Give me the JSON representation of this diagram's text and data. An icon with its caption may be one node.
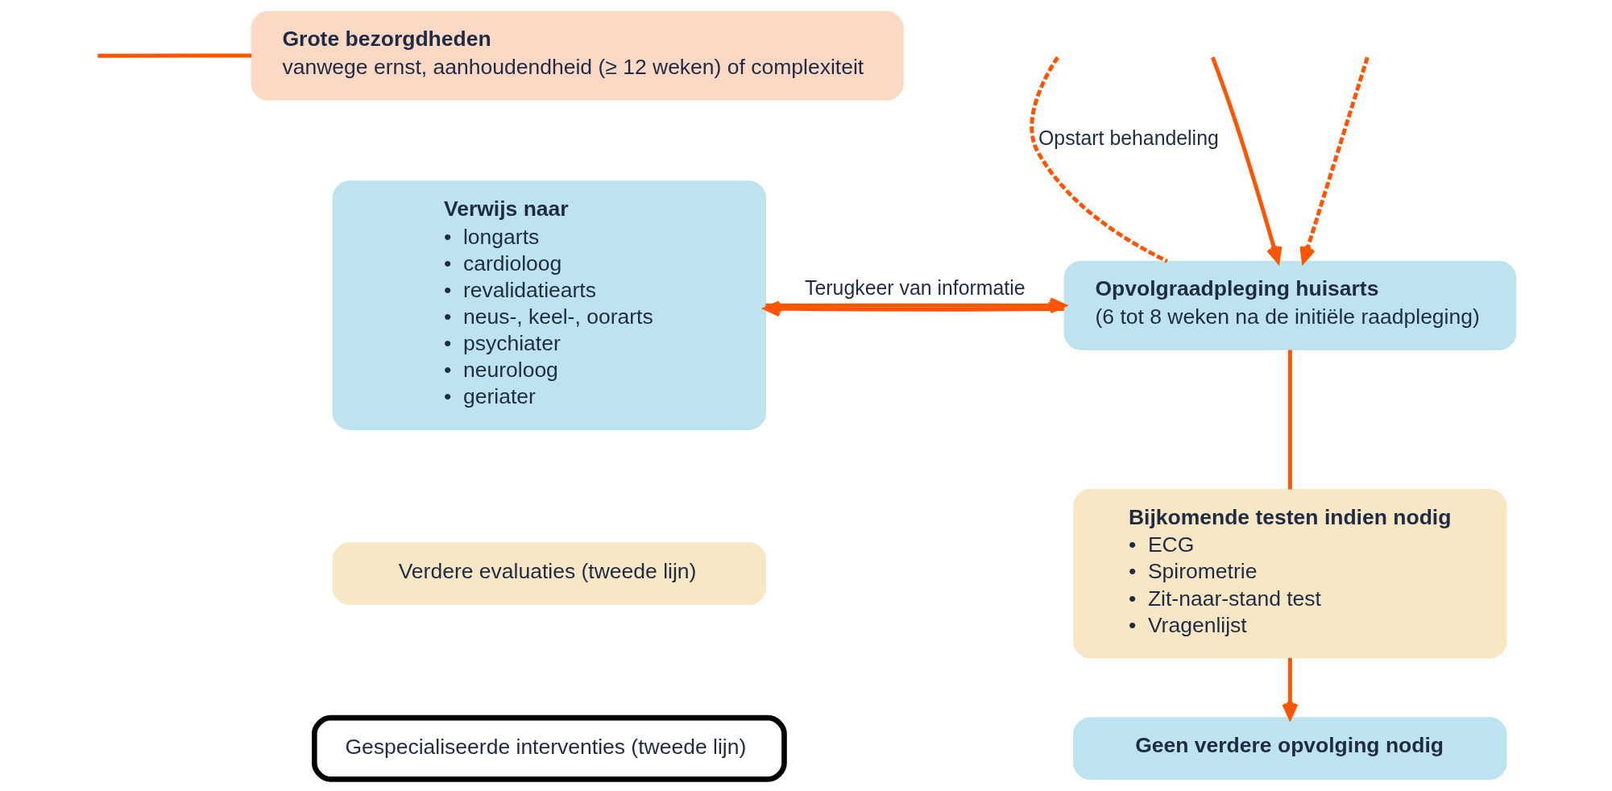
{
  "diagram": {
    "nodes": [
      {
        "text": [
          "Grote bezorgdheden",
          "vanwege ernst, aanhoudendheid (≥ 12 weken) of complexiteit"
        ]
      },
      {
        "text": [
          "Verwijs naar",
          "•  longarts",
          "•  cardioloog",
          "•  revalidatiearts",
          "•  neus-, keel-, oorarts",
          "•  psychiater",
          "•  neuroloog",
          "•  geriater"
        ]
      },
      {
        "text": [
          "Verdere evaluaties (tweede lijn)"
        ]
      },
      {
        "text": [
          "Gespecialiseerde interventies (tweede lijn)"
        ]
      },
      {
        "text": [
          "Opvolgraadpleging huisarts",
          "(6 tot 8 weken na de initiële raadpleging)"
        ]
      },
      {
        "text": [
          "Bijkomende testen indien nodig",
          "•  ECG",
          "•  Spirometrie",
          "•  Zit-naar-stand test",
          "•  Vragenlijst"
        ]
      },
      {
        "text": [
          "Geen verdere opvolging nodig"
        ]
      }
    ],
    "edges": [
      {
        "from": null,
        "to": 0,
        "arrow": "none"
      },
      {
        "from": null,
        "to": 4,
        "arrow": "none",
        "style": "dashed",
        "label": "Opstart behandeling"
      },
      {
        "from": null,
        "to": 4,
        "arrow": "to"
      },
      {
        "from": null,
        "to": 4,
        "arrow": "to",
        "style": "dashed"
      },
      {
        "from": 1,
        "to": 4,
        "arrow": "to",
        "label": "Terugkeer van informatie"
      },
      {
        "from": 4,
        "to": 1,
        "arrow": "to"
      },
      {
        "from": 4,
        "to": 5,
        "arrow": "none"
      },
      {
        "from": 5,
        "to": 6,
        "arrow": "to"
      }
    ]
  }
}
